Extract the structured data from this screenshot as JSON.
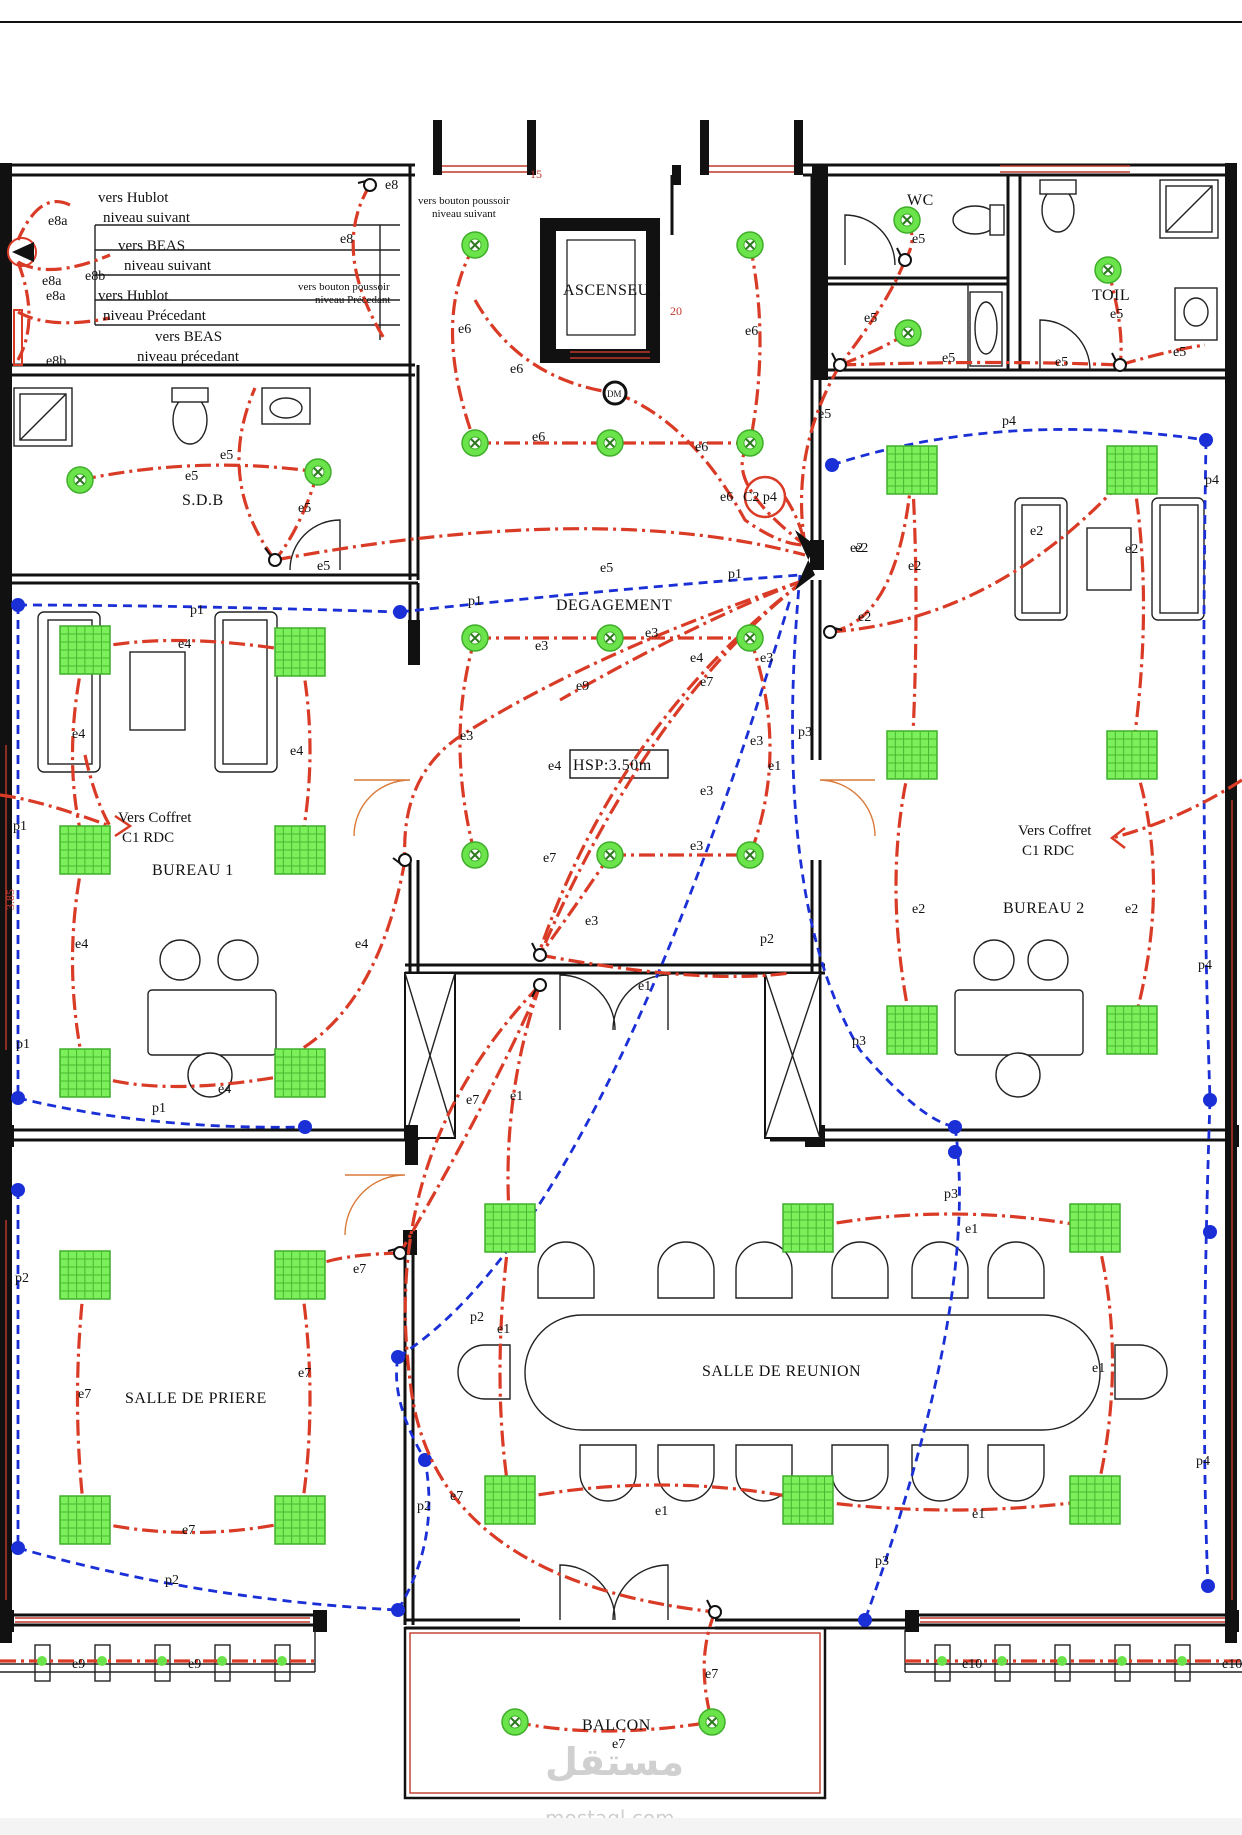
{
  "rooms": {
    "ascenseur": "ASCENSEUR",
    "wc": "WC",
    "toil": "TOIL",
    "sdb": "S.D.B",
    "degagement": "DEGAGEMENT",
    "hsp": "HSP:3.50m",
    "bureau1": "BUREAU 1",
    "bureau2": "BUREAU 2",
    "salle_priere": "SALLE DE PRIERE",
    "salle_reunion": "SALLE DE REUNION",
    "balcon": "BALCON"
  },
  "notes": {
    "vers_hublot_suivant_1": "vers Hublot",
    "vers_hublot_suivant_2": "niveau suivant",
    "vers_beas_suivant_1": "vers BEAS",
    "vers_beas_suivant_2": "niveau suivant",
    "vers_hublot_prec_1": "vers Hublot",
    "vers_hublot_prec_2": "niveau Précedant",
    "vers_beas_prec_1": "vers BEAS",
    "vers_beas_prec_2": "niveau précedant",
    "vers_bouton_1a": "vers bouton poussoir",
    "vers_bouton_1b": "niveau suivant",
    "vers_bouton_2a": "vers bouton poussoir",
    "vers_bouton_2b": "niveau Précedant",
    "coffret_b1_a": "Vers Coffret",
    "coffret_b1_b": "C1 RDC",
    "coffret_b2_a": "Vers Coffret",
    "coffret_b2_b": "C1 RDC",
    "c2p4": "C2 p4",
    "dm": "DM",
    "dim_385": "3.85",
    "dim_15": "15",
    "dim_20": "20"
  },
  "circuits": {
    "e1": "e1",
    "e2": "e2",
    "e3": "e3",
    "e4": "e4",
    "e5": "e5",
    "e6": "e6",
    "e7": "e7",
    "e8": "e8",
    "e8a": "e8a",
    "e8b": "e8b",
    "e9": "e9",
    "e10": "e10",
    "p1": "p1",
    "p2": "p2",
    "p3": "p3",
    "p4": "p4"
  },
  "watermark": {
    "arabic": "مستقل",
    "latin": "mostaql.com"
  },
  "colors": {
    "lighting_circuit": "#d93b26",
    "power_circuit": "#1a2fd6",
    "fixture": "#6be34a",
    "walls": "#111111"
  },
  "icons": {
    "lamp": "ceiling-light-icon",
    "panel_light": "panel-light-icon",
    "switch": "switch-icon",
    "outlet": "outlet-icon"
  }
}
